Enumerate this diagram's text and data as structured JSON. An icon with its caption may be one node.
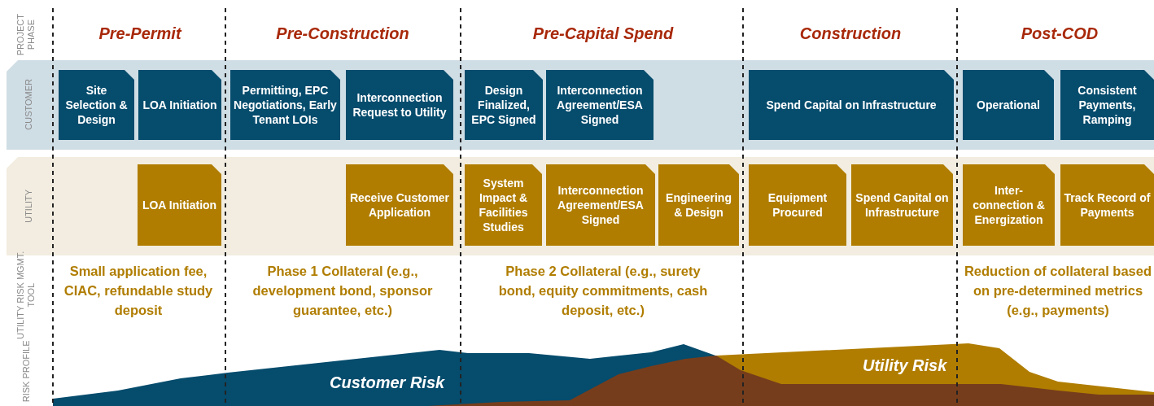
{
  "diagram": {
    "nodes": [
      {
        "text": [
          "CUSTOMER"
        ]
      },
      {
        "text": [
          "Site Selection & Design"
        ],
        "in": 0
      },
      {
        "text": [
          "LOA Initiation"
        ],
        "in": 0
      },
      {
        "text": [
          "Permitting, EPC Negotiations, Early Tenant LOIs"
        ],
        "in": 0
      },
      {
        "text": [
          "Interconnection Request to Utility"
        ],
        "in": 0
      },
      {
        "text": [
          "Design Finalized, EPC Signed"
        ],
        "in": 0
      },
      {
        "text": [
          "Interconnection Agreement/ESA Signed"
        ],
        "in": 0
      },
      {
        "text": [
          "Spend Capital on Infrastructure"
        ],
        "in": 0
      },
      {
        "text": [
          "Operational"
        ],
        "in": 0
      },
      {
        "text": [
          "Consistent Payments, Ramping"
        ],
        "in": 0
      },
      {
        "text": [
          "UTILITY"
        ]
      },
      {
        "text": [
          "LOA Initiation"
        ],
        "in": 10
      },
      {
        "text": [
          "Receive Customer Application"
        ],
        "in": 10
      },
      {
        "text": [
          "System Impact & Facilities Studies"
        ],
        "in": 10
      },
      {
        "text": [
          "Interconnection Agreement/ESA Signed"
        ],
        "in": 10
      },
      {
        "text": [
          "Engineering & Design"
        ],
        "in": 10
      },
      {
        "text": [
          "Equipment Procured"
        ],
        "in": 10
      },
      {
        "text": [
          "Spend Capital on Infrastructure"
        ],
        "in": 10
      },
      {
        "text": [
          "Inter- connection & Energization"
        ],
        "in": 10
      },
      {
        "text": [
          "Track Record of Payments"
        ],
        "in": 10
      }
    ],
    "labels": [
      "PROJECT PHASE",
      "Pre-Permit",
      "Pre-Construction",
      "Pre-Capital Spend",
      "Construction",
      "Post-COD",
      "UTILITY RISK MGMT. TOOL",
      "Small application fee, CIAC, refundable study deposit",
      "Phase 1 Collateral (e.g., development bond, sponsor guarantee, etc.)",
      "Phase 2 Collateral (e.g., surety bond, equity commitments, cash deposit, etc.)",
      "Reduction of collateral based on pre-determined metrics (e.g., payments)",
      "RISK PROFILE",
      "Customer Risk",
      "Utility Risk"
    ]
  }
}
